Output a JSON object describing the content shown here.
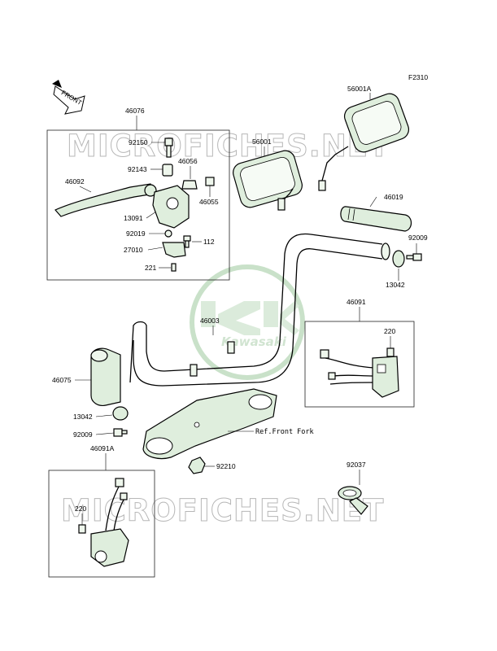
{
  "figure_code": "F2310",
  "front_label": "FRONT",
  "watermark": "MICROFICHES.NET",
  "logo_text": "Kawasaki",
  "ref_label": "Ref.Front Fork",
  "parts": {
    "p46076": "46076",
    "p92150": "92150",
    "p92143": "92143",
    "p46056": "46056",
    "p46092": "46092",
    "p46055": "46055",
    "p13091": "13091",
    "p92019": "92019",
    "p112": "112",
    "p27010": "27010",
    "p221": "221",
    "p56001A": "56001A",
    "p56001": "56001",
    "p46019": "46019",
    "p92009a": "92009",
    "p13042a": "13042",
    "p46003": "46003",
    "p46091": "46091",
    "p220a": "220",
    "p46075": "46075",
    "p13042b": "13042",
    "p92009b": "92009",
    "p92210": "92210",
    "p46091A": "46091A",
    "p92037": "92037",
    "p220b": "220"
  }
}
